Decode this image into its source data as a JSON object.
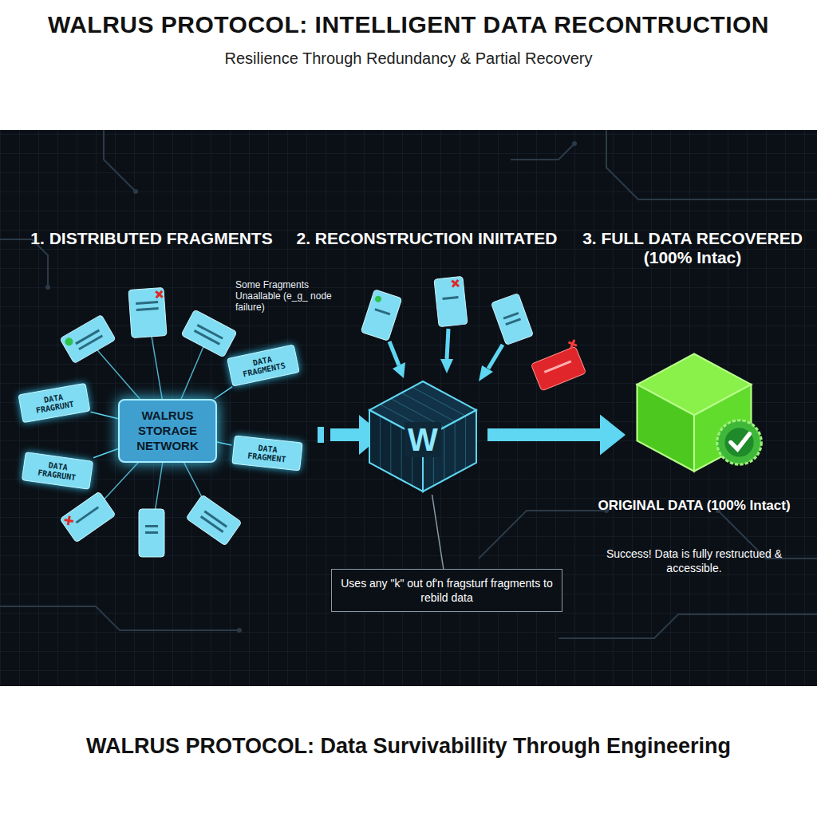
{
  "diagram": {
    "title": "WALRUS PROTOCOL: INTELLIGENT DATA RECONTRUCTION",
    "caption": "WALRUS PROTOCOL: Data Survivabillity Through Engineering",
    "nodes": [
      {
        "text": [
          "WALRUS STORAGE NETWORK"
        ]
      },
      {
        "text": [
          "DATA FRAGRUNT"
        ]
      },
      {
        "text": [
          "DATA FRAGRUNT"
        ]
      },
      {
        "text": [
          "DATA FRAGMENTS"
        ]
      },
      {
        "text": [
          "DATA FRAGMENT"
        ]
      },
      {
        "text": [
          "W"
        ]
      },
      {
        "text": [
          "Uses any \"k\" out of'n fragsturf fragments to rebild data"
        ]
      },
      {
        "text": [
          "ORIGINAL DATA (100% Intact)",
          "Success! Data is fully restructued & accessible."
        ]
      }
    ],
    "edges": [
      {
        "from": 0,
        "to": 1,
        "arrow": "none"
      },
      {
        "from": 0,
        "to": 2,
        "arrow": "none"
      },
      {
        "from": 0,
        "to": 3,
        "arrow": "none"
      },
      {
        "from": 0,
        "to": 4,
        "arrow": "none"
      },
      {
        "from": 6,
        "to": 5,
        "arrow": "none"
      },
      {
        "from": 5,
        "to": 7,
        "arrow": "to"
      }
    ],
    "labels": [
      "Resilience Through Redundancy & Partial Recovery",
      "1. DISTRIBUTED FRAGMENTS",
      "2. RECONSTRUCTION INIITATED",
      "3. FULL DATA RECOVERED (100% Intac)",
      "Some Fragments Unaallable (e_g_ node failure)"
    ]
  }
}
